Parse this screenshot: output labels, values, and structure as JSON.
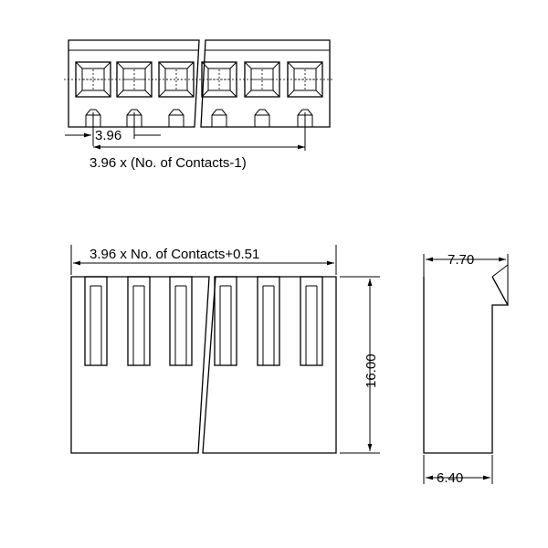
{
  "drawing": {
    "top_view": {
      "pitch_label": "3.96",
      "span_label": "3.96 x (No. of Contacts-1)",
      "contacts_shown": 6
    },
    "front_view": {
      "width_label": "3.96 x No. of Contacts+0.51",
      "height_label": "16.00",
      "slots_shown": 6
    },
    "side_view": {
      "top_width_label": "7.70",
      "bottom_width_label": "6.40"
    }
  }
}
